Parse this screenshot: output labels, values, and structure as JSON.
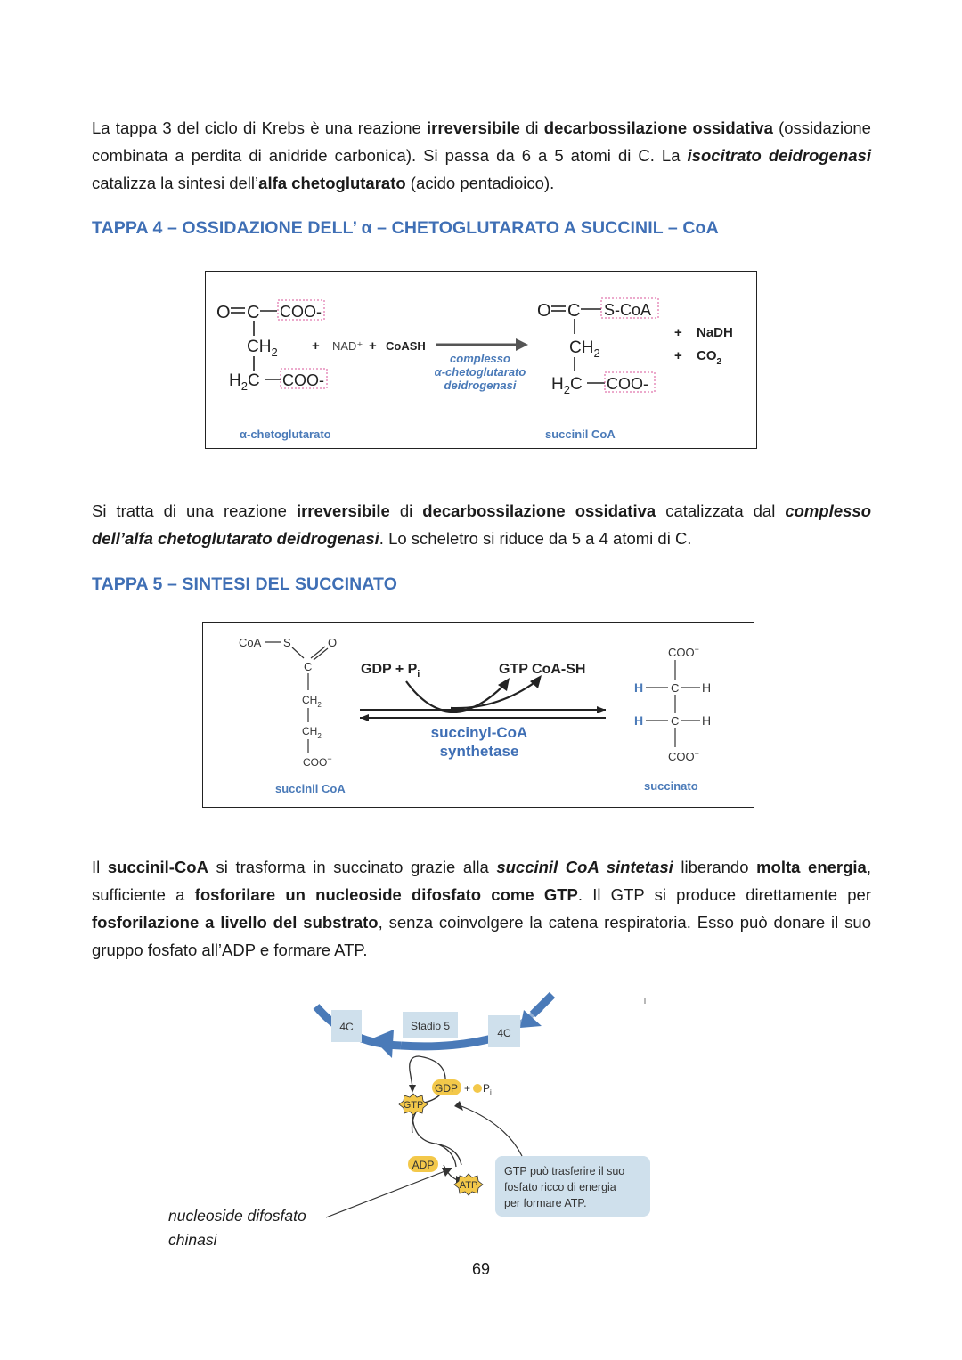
{
  "paragraph1": {
    "p1": "La tappa 3 del ciclo di Krebs è una reazione ",
    "b1": "irreversibile",
    "p2": " di ",
    "b2": "decarbossilazione ossidativa",
    "p3": " (ossidazione combinata a perdita di anidride carbonica). Si passa da 6 a 5 atomi di C. La ",
    "bi1": "isocitrato deidrogenasi",
    "p4": " catalizza la sintesi dell’",
    "b3": "alfa chetoglutarato",
    "p5": " (acido pentadioico)."
  },
  "heading4": "TAPPA 4 – OSSIDAZIONE DELL’ α – CHETOGLUTARATO A SUCCINIL – CoA",
  "figure1": {
    "left_top": "O",
    "c": "C",
    "coo": "COO-",
    "ch2": "CH",
    "sub2": "2",
    "h2c": "H",
    "plus": "+",
    "nad": "NAD⁺",
    "coash": "CoASH",
    "enzyme1": "complesso",
    "enzyme2": "α-chetoglutarato",
    "enzyme3": "deidrogenasi",
    "scoa": "S-CoA",
    "nadh": "NaDH",
    "co2": "CO",
    "label_left": "α-chetoglutarato",
    "label_right": "succinil CoA"
  },
  "paragraph2": {
    "p1": "Si tratta di una reazione ",
    "b1": "irreversibile",
    "p2": " di ",
    "b2": "decarbossilazione ossidativa",
    "p3": " catalizzata dal ",
    "bi1": "complesso dell’alfa chetoglutarato deidrogenasi",
    "p4": ". Lo scheletro si riduce da 5 a 4 atomi di C."
  },
  "heading5": "TAPPA 5 – SINTESI DEL SUCCINATO",
  "figure2": {
    "coa": "CoA",
    "s": "S",
    "o": "O",
    "c": "C",
    "ch2": "CH",
    "sub2": "2",
    "coo": "COO",
    "minus": "−",
    "gdp_pi": "GDP  +  P",
    "sub_i": "i",
    "gtp_coash": "GTP  CoA-SH",
    "enzyme1": "succinyl-CoA",
    "enzyme2": "synthetase",
    "h": "H",
    "label_left": "succinil CoA",
    "label_right": "succinato"
  },
  "paragraph3": {
    "p1": "Il ",
    "b1": "succinil-CoA",
    "p2": " si trasforma in succinato grazie alla ",
    "bi1": "succinil CoA sintetasi",
    "p3": " liberando ",
    "b2": "molta energia",
    "p4": ", sufficiente a ",
    "b3": "fosforilare un nucleoside difosfato come GTP",
    "p5": ". Il GTP si produce direttamente per ",
    "b4": "fosforilazione a livello del substrato",
    "p6": ", senza coinvolgere la catena respiratoria. Esso può donare il suo gruppo fosfato all’ADP e formare ATP."
  },
  "figure3": {
    "left_box": "4C",
    "stage": "Stadio 5",
    "right_box": "4C",
    "gdp": "GDP",
    "plus_pi": "+",
    "pi": "P",
    "sub_i": "i",
    "gtp": "GTP",
    "adp": "ADP",
    "atp": "ATP",
    "note1": "GTP può trasferire il suo",
    "note2": "fosfato ricco di energia",
    "note3": "per formare ATP."
  },
  "annotation": {
    "line1": "nucleoside difosfato",
    "line2": "chinasi"
  },
  "page_number": "69",
  "colors": {
    "heading": "#3f6fb5",
    "figure_blue": "#4a7ab8",
    "pink_box": "#d9559a",
    "gold": "#f3c84a",
    "note_box": "#cfe0ec"
  }
}
